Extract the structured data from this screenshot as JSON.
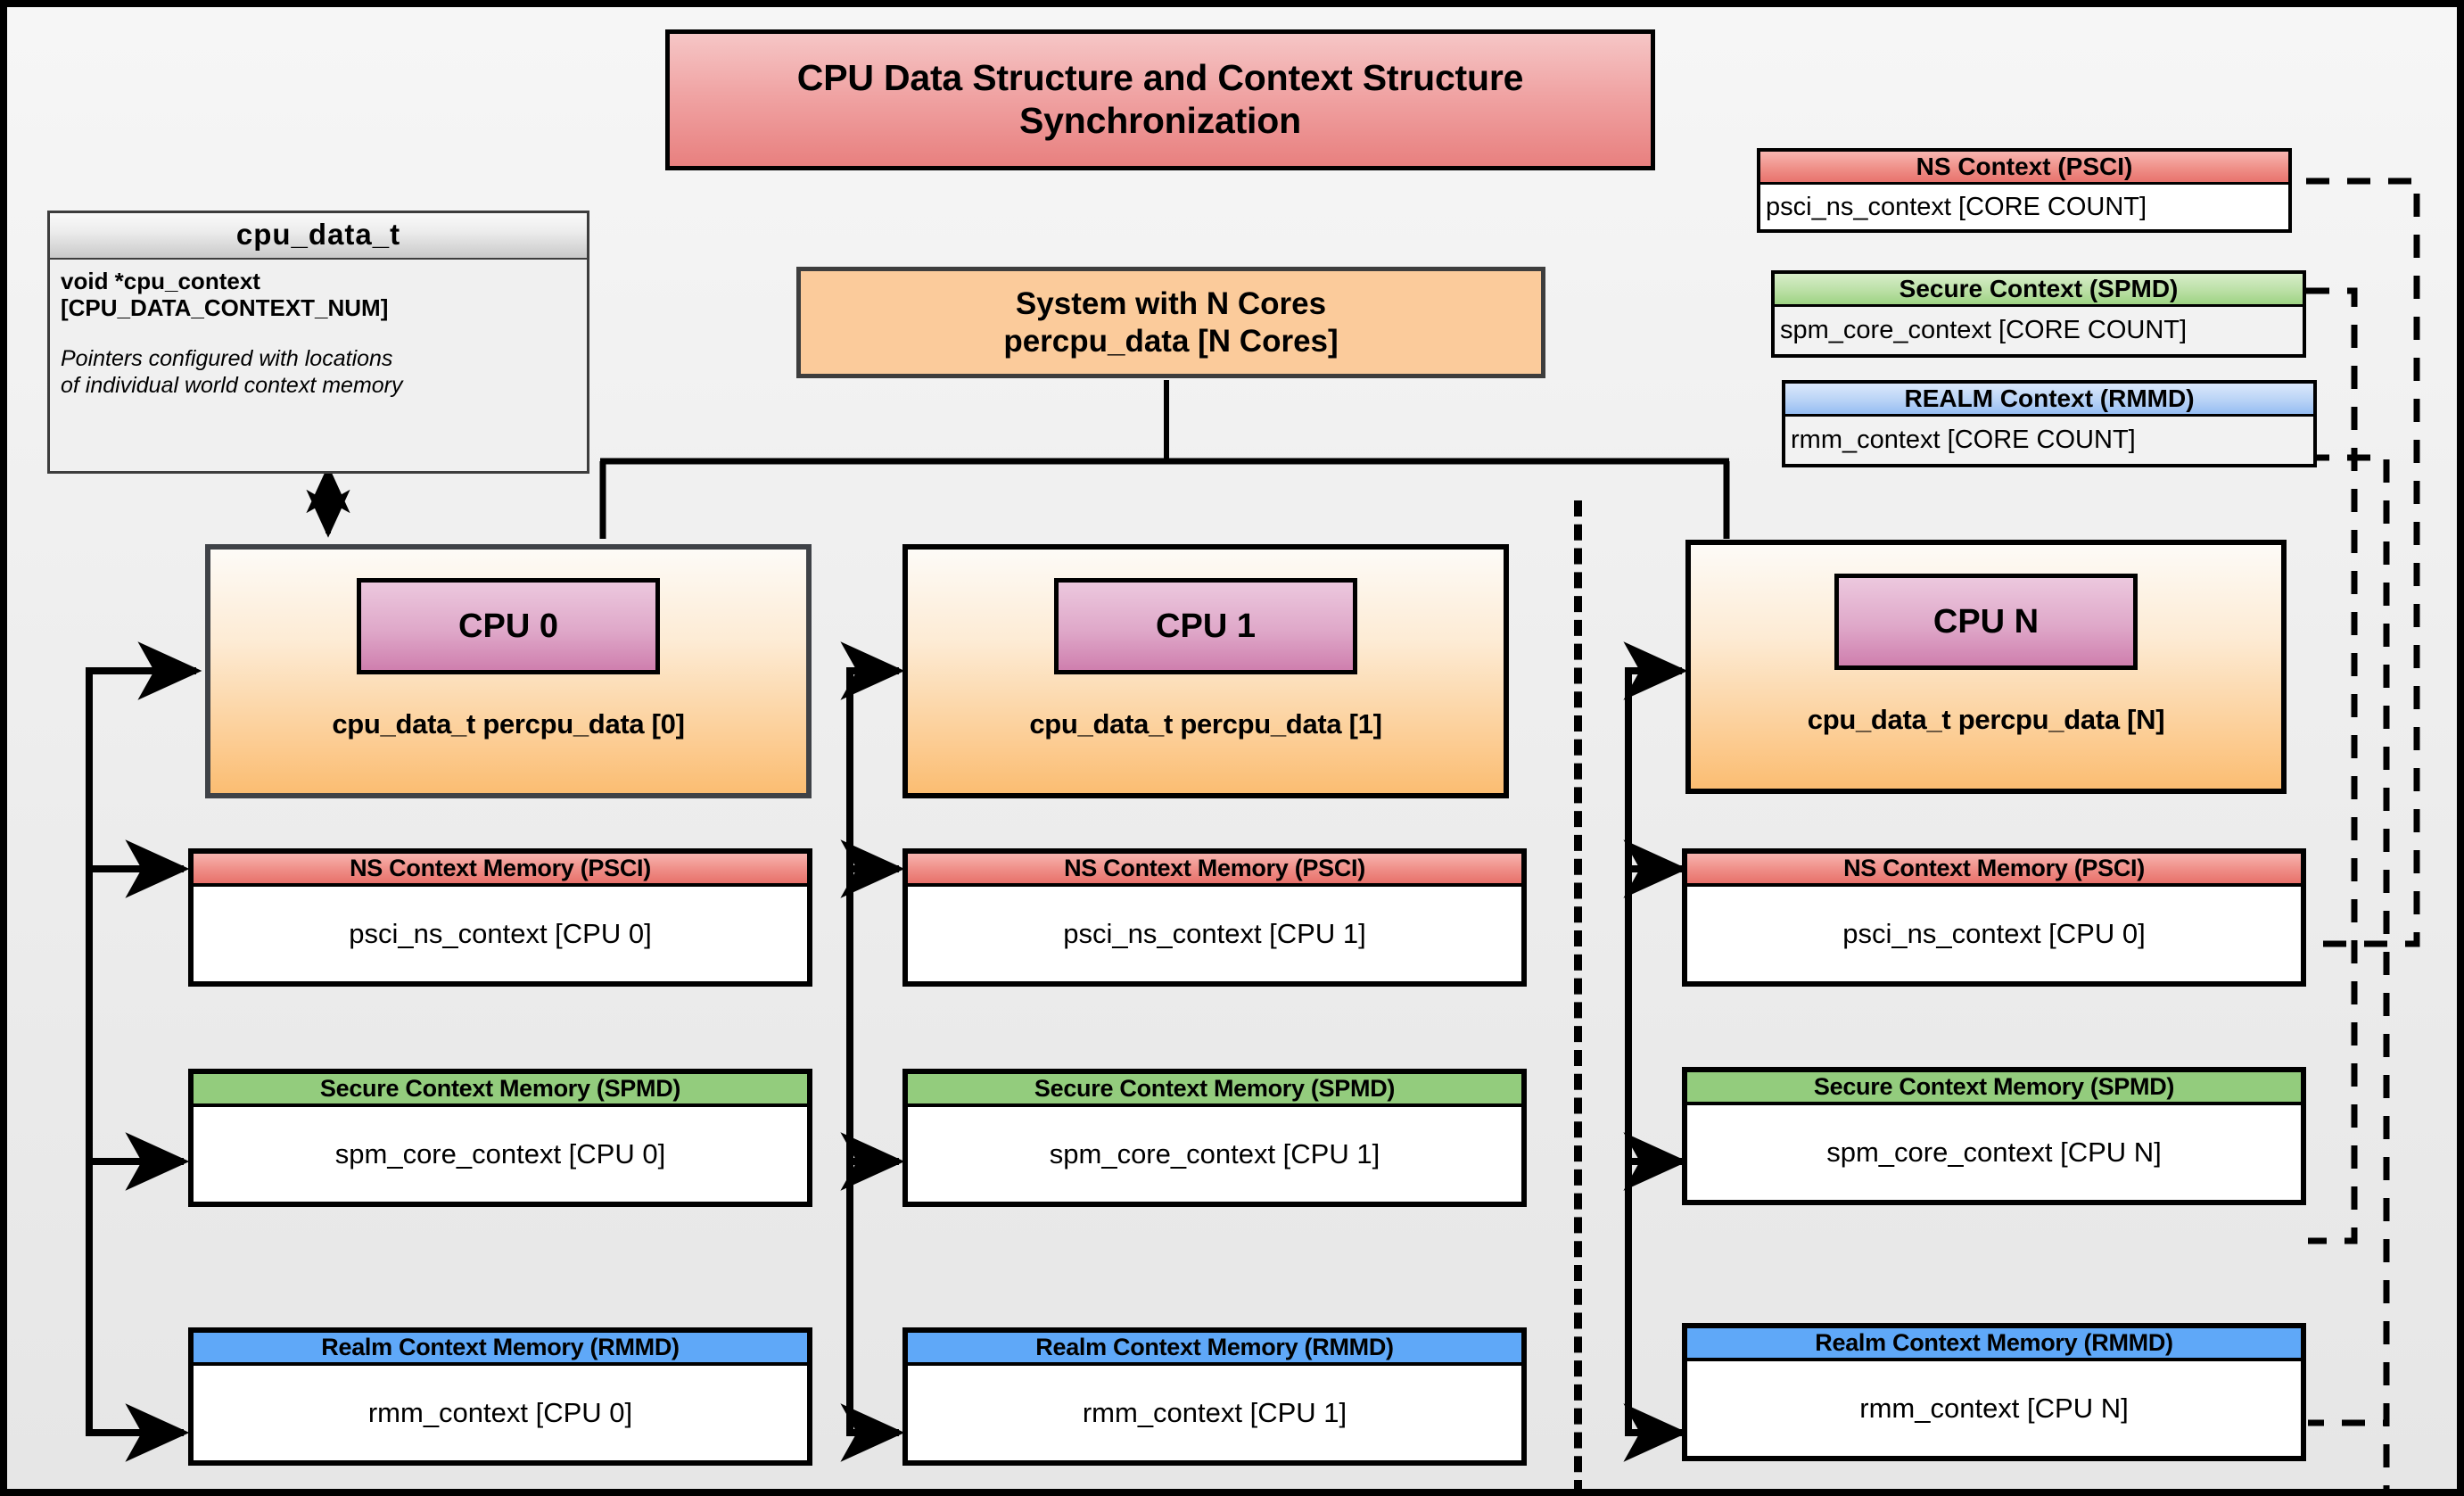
{
  "title": "CPU Data Structure and Context Structure Synchronization",
  "class_box": {
    "name": "cpu_data_t",
    "attribute": "void  *cpu_context\n[CPU_DATA_CONTEXT_NUM]",
    "note": "Pointers configured with locations\nof individual world context memory"
  },
  "system_box": {
    "line1": "System with N Cores",
    "line2": "percpu_data [N Cores]"
  },
  "legend": [
    {
      "header": "NS Context  (PSCI)",
      "body": "psci_ns_context [CORE COUNT]",
      "color": "#e8736d",
      "kind": "red"
    },
    {
      "header": "Secure Context (SPMD)",
      "body": "spm_core_context [CORE COUNT]",
      "color": "#9dd383",
      "kind": "green"
    },
    {
      "header": "REALM Context (RMMD)",
      "body": "rmm_context [CORE COUNT]",
      "color": "#95bdf2",
      "kind": "blue"
    }
  ],
  "cpus": [
    {
      "chip_label": "CPU 0",
      "caption": "cpu_data_t percpu_data [0]",
      "contexts": [
        {
          "header": "NS Context Memory (PSCI)",
          "body": "psci_ns_context [CPU 0]",
          "kind": "red"
        },
        {
          "header": "Secure Context Memory (SPMD)",
          "body": "spm_core_context [CPU 0]",
          "kind": "green"
        },
        {
          "header": "Realm Context Memory (RMMD)",
          "body": "rmm_context [CPU 0]",
          "kind": "blue"
        }
      ]
    },
    {
      "chip_label": "CPU 1",
      "caption": "cpu_data_t percpu_data [1]",
      "contexts": [
        {
          "header": "NS Context Memory (PSCI)",
          "body": "psci_ns_context [CPU 1]",
          "kind": "red"
        },
        {
          "header": "Secure Context Memory (SPMD)",
          "body": "spm_core_context [CPU 1]",
          "kind": "green"
        },
        {
          "header": "Realm Context Memory (RMMD)",
          "body": "rmm_context [CPU 1]",
          "kind": "blue"
        }
      ]
    },
    {
      "chip_label": "CPU N",
      "caption": "cpu_data_t percpu_data [N]",
      "contexts": [
        {
          "header": "NS Context Memory (PSCI)",
          "body": "psci_ns_context [CPU 0]",
          "kind": "red"
        },
        {
          "header": "Secure Context Memory (SPMD)",
          "body": "spm_core_context [CPU N]",
          "kind": "green"
        },
        {
          "header": "Realm Context Memory (RMMD)",
          "body": "rmm_context [CPU N]",
          "kind": "blue"
        }
      ]
    }
  ],
  "colors": {
    "background_top": "#f6f6f6",
    "background_bottom": "#e6e6e6",
    "frame": "#000000",
    "title_fill": "#e8807f",
    "system_fill": "#fbcb9b",
    "cpu_fill_bottom": "#fbbd72",
    "chip_fill": "#cf7fae",
    "ns_red": "#e8716b",
    "secure_green": "#93cc7d",
    "realm_blue": "#5fa8f8"
  }
}
